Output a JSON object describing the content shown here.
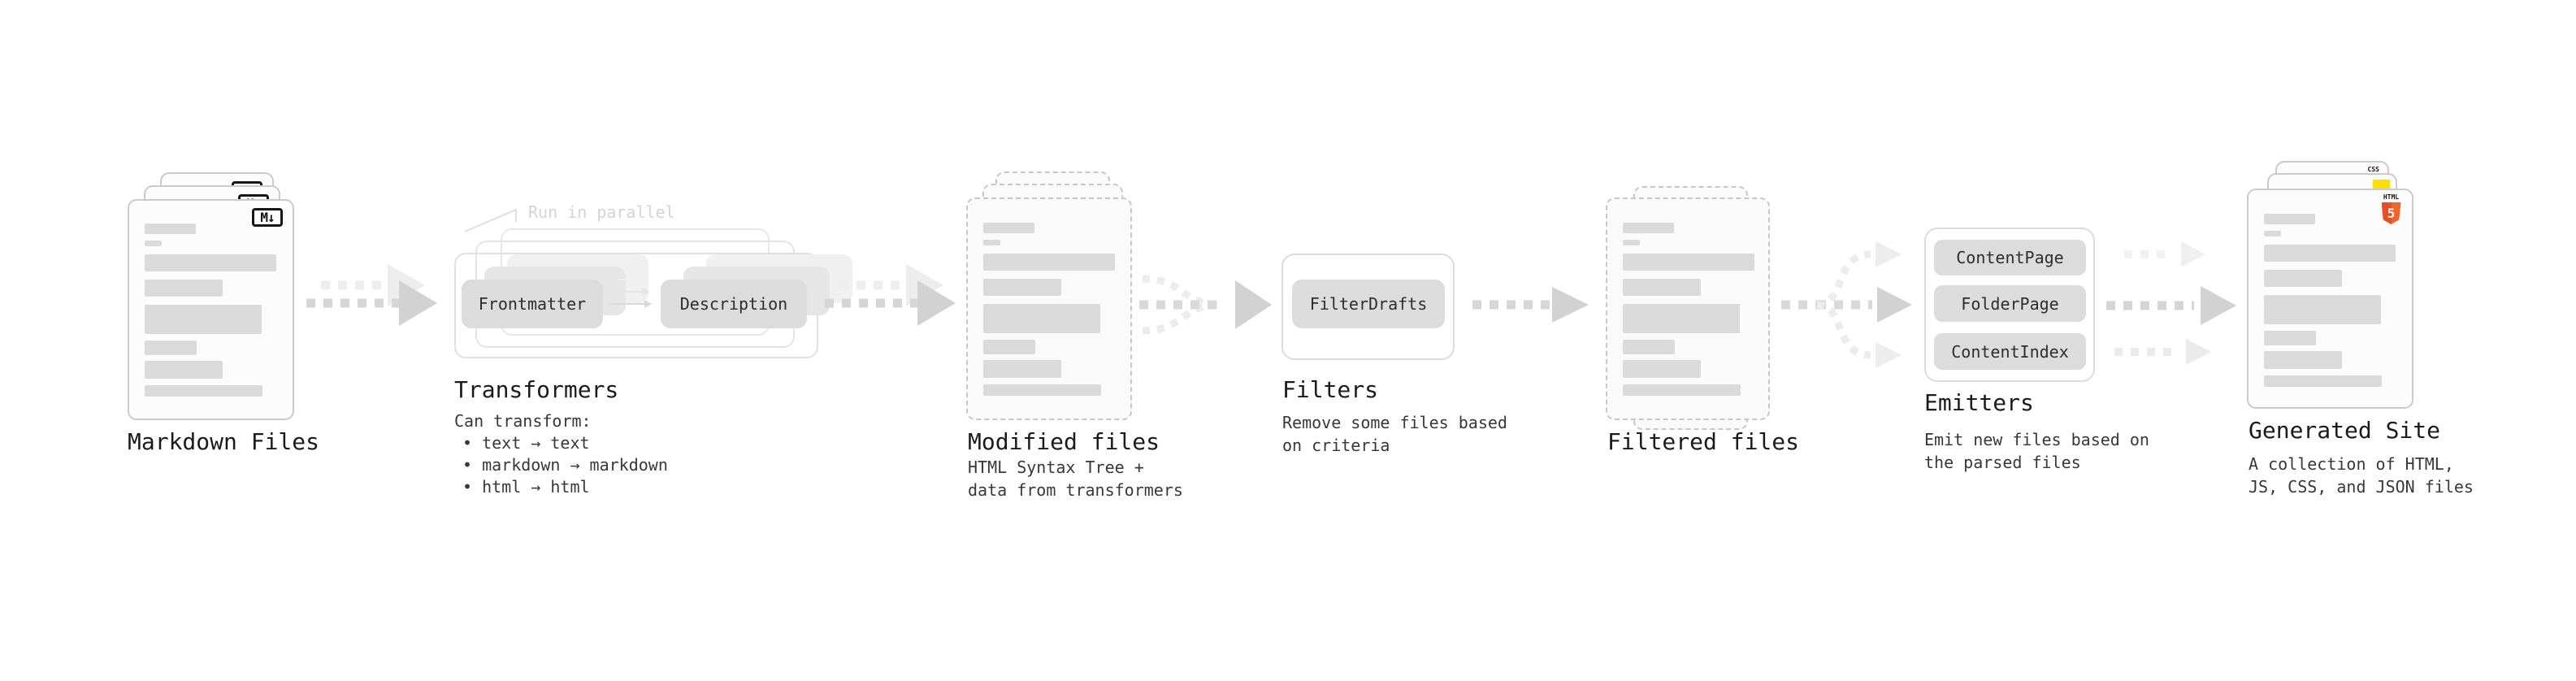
{
  "markdown": {
    "title": "Markdown Files",
    "badge": "M↓"
  },
  "transformers": {
    "annotation": "Run in parallel",
    "source_pill": "Frontmatter",
    "target_pill": "Description",
    "title": "Transformers",
    "desc_heading": "Can transform:",
    "bullets": [
      "• text → text",
      "• markdown → markdown",
      "• html → html"
    ]
  },
  "modified": {
    "title": "Modified files",
    "subtitle": [
      "HTML Syntax Tree +",
      "data from transformers"
    ]
  },
  "filters": {
    "title": "Filters",
    "pill": "FilterDrafts",
    "subtitle": [
      "Remove some files based",
      "on criteria"
    ]
  },
  "filtered": {
    "title": "Filtered files"
  },
  "emitters": {
    "title": "Emitters",
    "pills": [
      "ContentPage",
      "FolderPage",
      "ContentIndex"
    ],
    "subtitle": [
      "Emit new files based on",
      "the parsed files"
    ]
  },
  "generated": {
    "title": "Generated Site",
    "subtitle": [
      "A collection of HTML,",
      "JS, CSS, and JSON files"
    ],
    "css_badge": "CSS",
    "html_badge_label": "HTML",
    "html_badge_number": "5"
  },
  "doc_bars": [
    {
      "w": 63,
      "h": 13,
      "gap": 0
    },
    {
      "w": 21,
      "h": 7,
      "gap": 8
    },
    {
      "w": 162,
      "h": 21,
      "gap": 10
    },
    {
      "w": 96,
      "h": 21,
      "gap": 10
    },
    {
      "w": 144,
      "h": 36,
      "gap": 10
    },
    {
      "w": 64,
      "h": 18,
      "gap": 8
    },
    {
      "w": 96,
      "h": 22,
      "gap": 7
    },
    {
      "w": 145,
      "h": 14,
      "gap": 8
    }
  ],
  "colors": {
    "html_orange": "#e44d26",
    "html_orange_light": "#f16529",
    "js_yellow": "#ffdf00",
    "css_blue": "#2c63e8"
  }
}
